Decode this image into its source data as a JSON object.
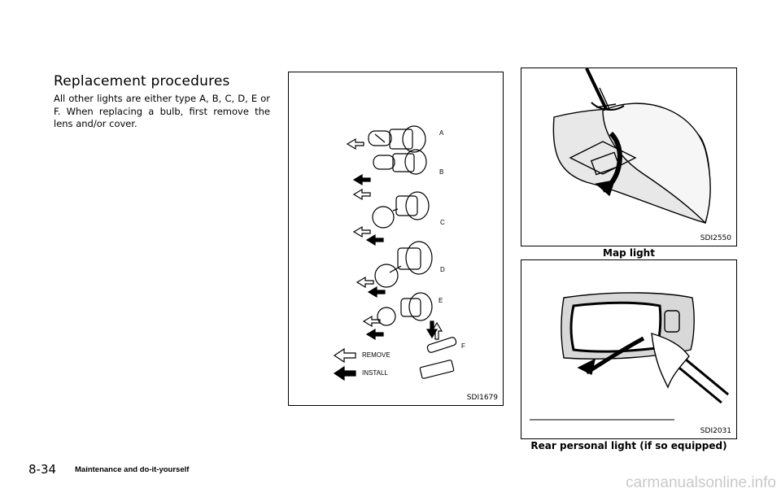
{
  "section": {
    "heading": "Replacement procedures",
    "body": "All other lights are either type A, B, C, D, E or F. When replacing a bulb, first remove the lens and/or cover."
  },
  "figures": {
    "bulbs": {
      "code": "SDI1679",
      "labels": [
        "A",
        "B",
        "C",
        "D",
        "E",
        "F"
      ],
      "legend_remove": "REMOVE",
      "legend_install": "INSTALL"
    },
    "map_light": {
      "code": "SDI2550",
      "caption": "Map light"
    },
    "rear_light": {
      "code": "SDI2031",
      "caption": "Rear personal light (if so equipped)"
    }
  },
  "footer": {
    "page_number": "8-34",
    "section_title": "Maintenance and do-it-yourself"
  },
  "watermark": "carmanualsonline.info"
}
